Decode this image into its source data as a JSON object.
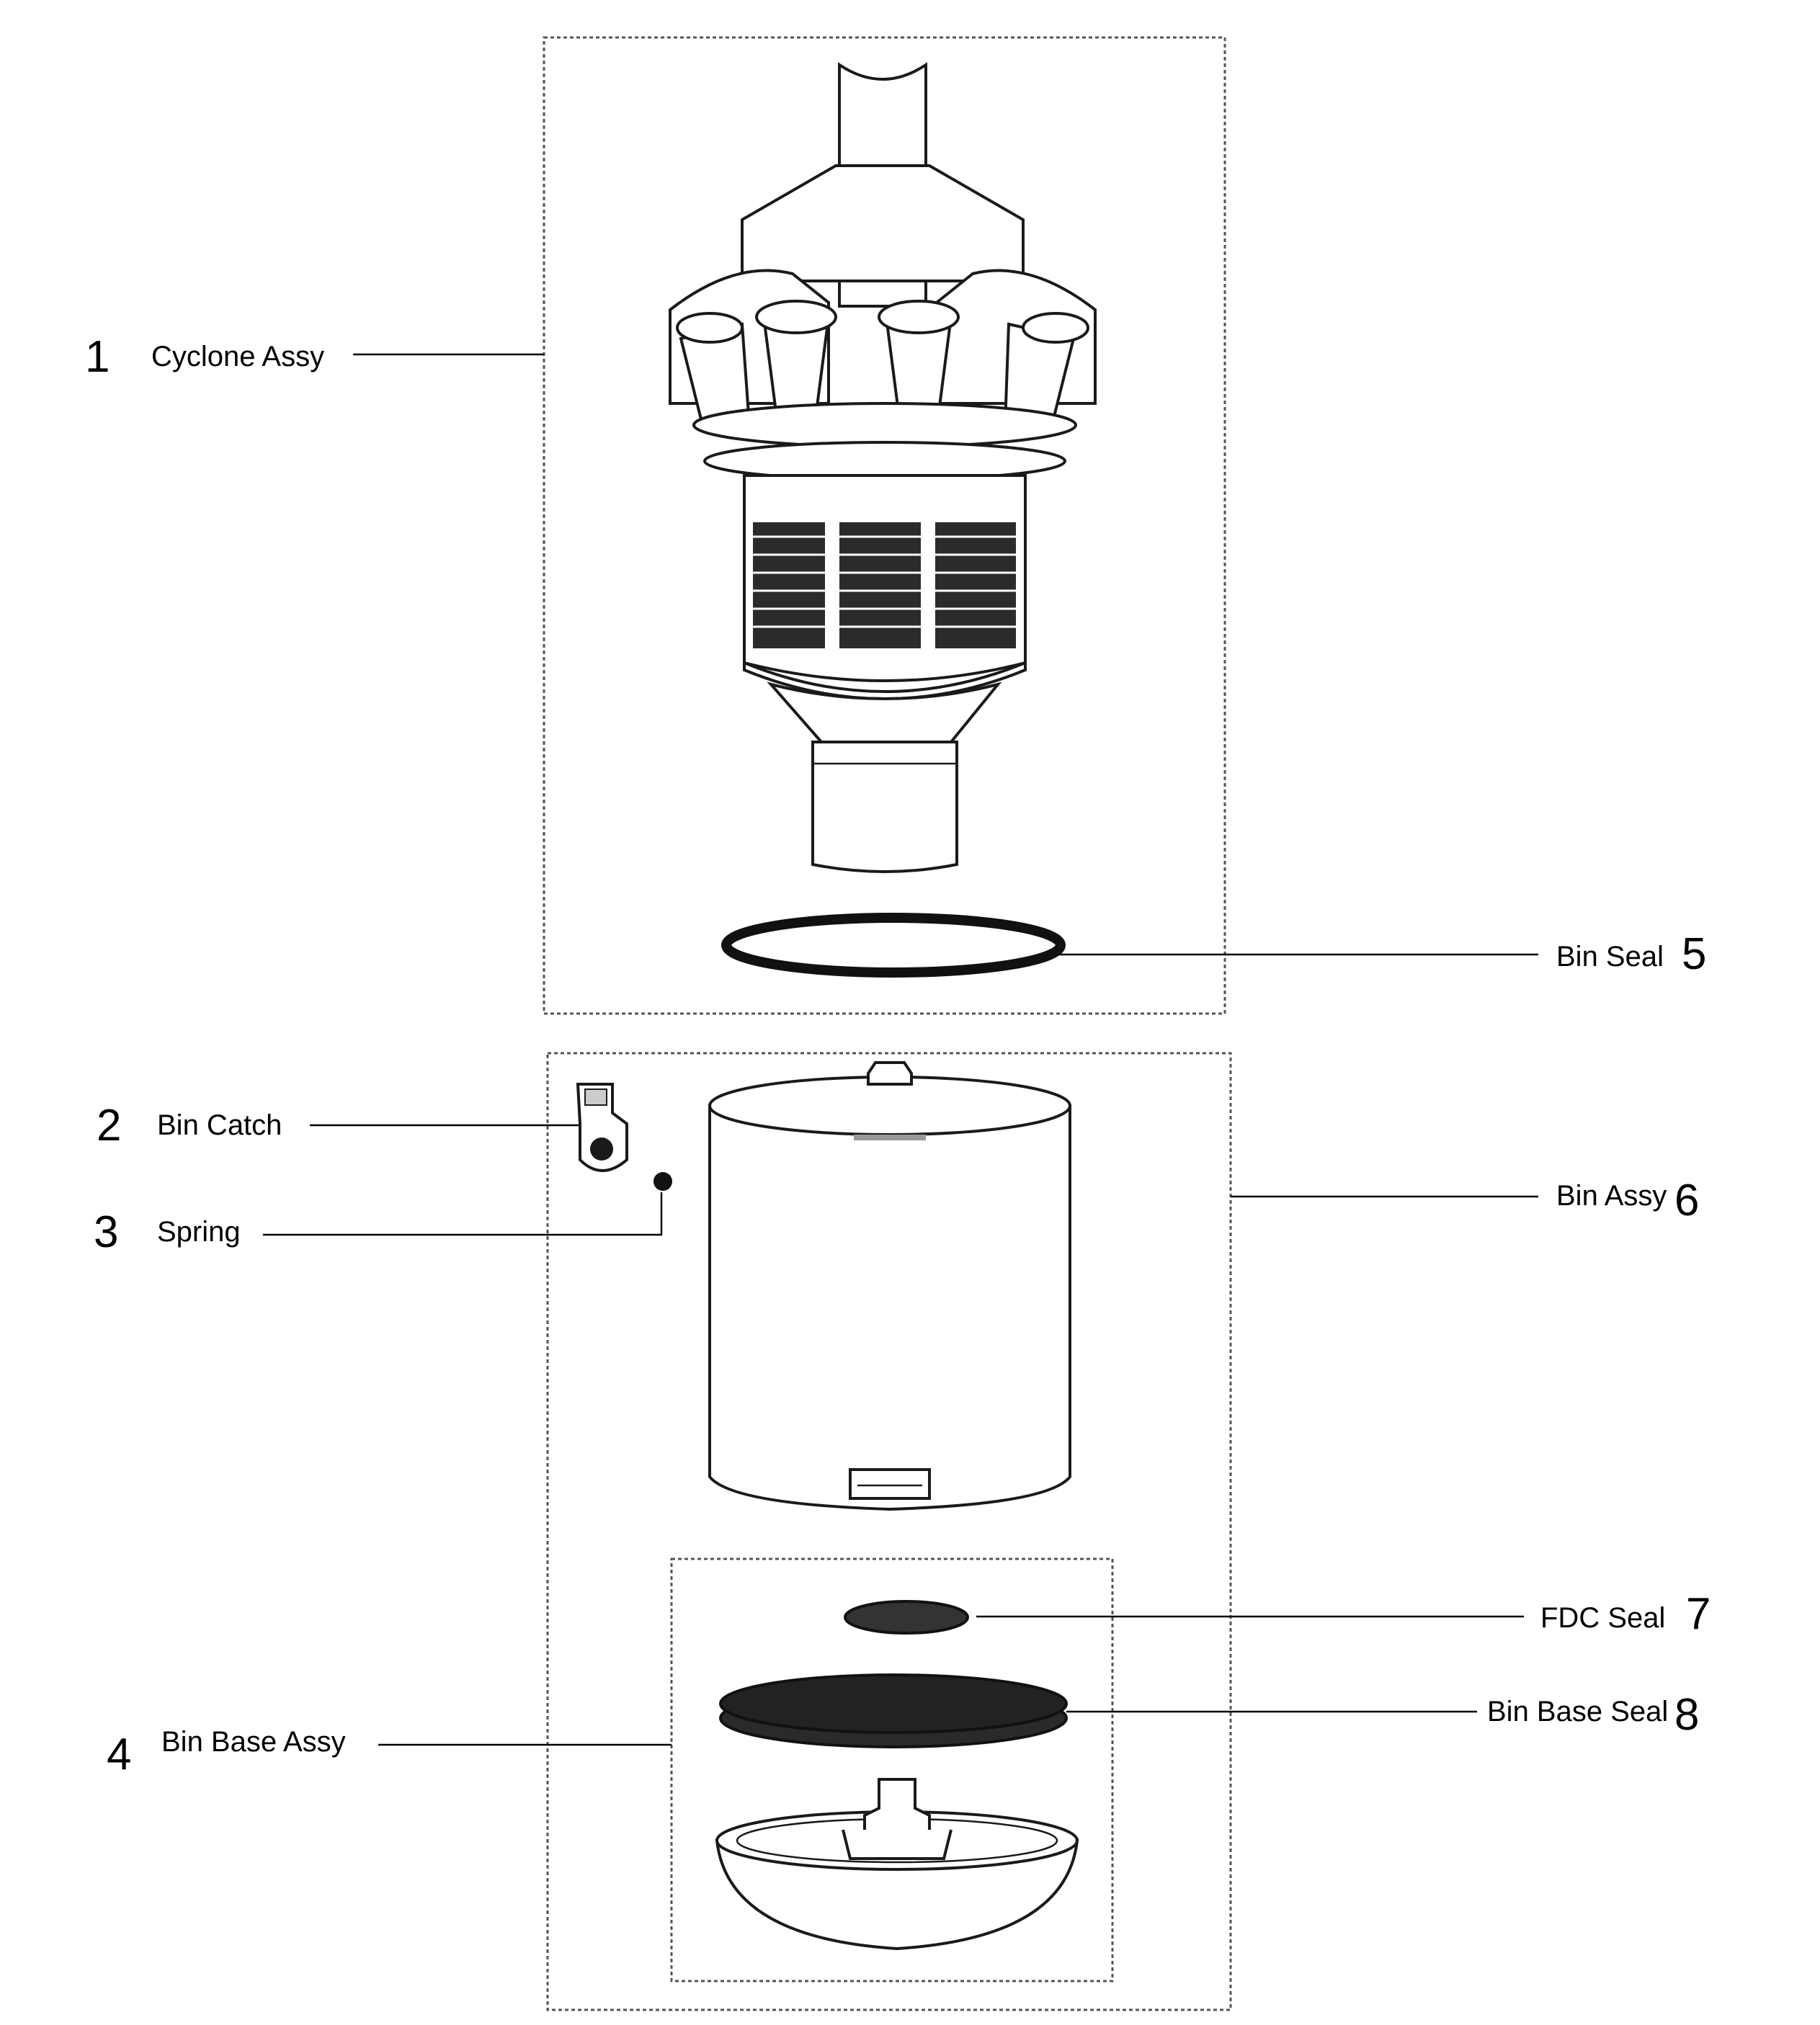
{
  "parts": [
    {
      "number": "1",
      "name": "Cyclone Assy"
    },
    {
      "number": "2",
      "name": "Bin Catch"
    },
    {
      "number": "3",
      "name": "Spring"
    },
    {
      "number": "4",
      "name": "Bin Base Assy"
    },
    {
      "number": "5",
      "name": "Bin Seal"
    },
    {
      "number": "6",
      "name": "Bin Assy"
    },
    {
      "number": "7",
      "name": "FDC Seal"
    },
    {
      "number": "8",
      "name": "Bin Base Seal"
    }
  ]
}
